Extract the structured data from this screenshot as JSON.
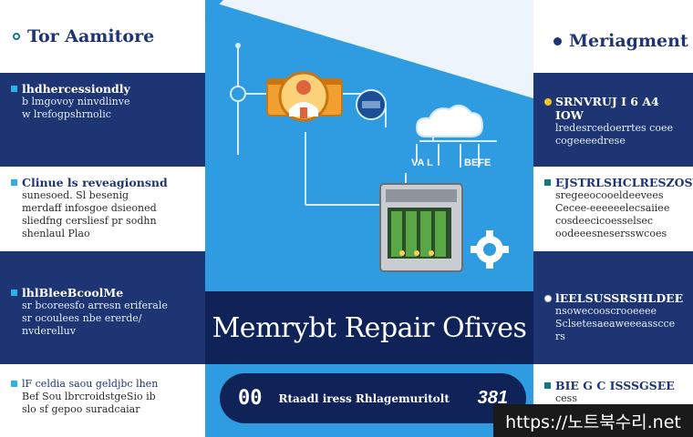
{
  "left": {
    "header": "Tor Aamitore",
    "blocks": [
      {
        "title": "lhdhercessiondly",
        "lines": [
          "b lmgovoy ninvdlinve",
          "w lrefogpshrnolic"
        ]
      },
      {
        "title": "Clinue ls reveagionsnd",
        "lines": [
          "sunesoed. Sl besenig",
          "merdaff infosgoe dsieoned",
          "sliedfng cersliesf pr sodhn",
          "shenlaul Plao"
        ]
      },
      {
        "title": "lhlBleeBcoolMe",
        "lines": [
          "sr bcoreesfo arresn eriferale",
          "sr ocoulees nbe ererde/",
          "nvderelluv"
        ]
      },
      {
        "title": "lF celdia saou geldjbc lhen",
        "lines": [
          "Bef Sou lbrcroidstgeSio ib",
          "slo sf gepoo suradcaiar"
        ]
      }
    ]
  },
  "right": {
    "header": "Meriagment",
    "blocks": [
      {
        "title": "SRNVRUJ I 6 A4 IOW",
        "lines": [
          "lredesrcedoerrtes coee",
          "cogeeeedrese"
        ]
      },
      {
        "title": "EJSTRLSHCLRESZOSY",
        "lines": [
          "sregeeocooeldeevees",
          "Cecee-eeeeeelecsaiiee",
          "cosdeecicoesselsec",
          "oodeeesnesersswcoes"
        ]
      },
      {
        "title": "lEELSUSSRSHLDEE",
        "lines": [
          "nsowecooscrooeeee",
          "Sclsetesaeaweeeasscce",
          "rs"
        ]
      },
      {
        "title": "BIE G C ISSSGSEE",
        "lines": [
          "cess eeslacoeeecseeeeetesdes"
        ]
      }
    ]
  },
  "center": {
    "main_title": "Memrybt Repair Ofives",
    "small_label_left": "VA L",
    "small_label_right": "BEFE",
    "pill_number": "00",
    "pill_text": "Rtaadl iress Rhlagemuritolt",
    "pill_badge": "381"
  },
  "watermark": "https://노트북수리.net",
  "colors": {
    "navy": "#1d3572",
    "deep_navy": "#0f2359",
    "sky_blue": "#2f9be0",
    "orange": "#f0a030",
    "green": "#5aa843"
  }
}
